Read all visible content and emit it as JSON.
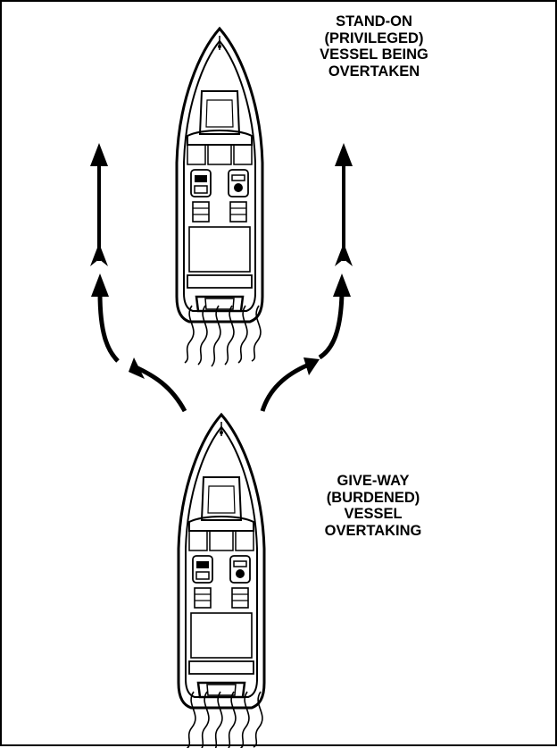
{
  "stand_on_label": {
    "lines": [
      "STAND-ON",
      "(PRIVILEGED)",
      "VESSEL BEING",
      "OVERTAKEN"
    ]
  },
  "give_way_label": {
    "lines": [
      "GIVE-WAY",
      "(BURDENED)",
      "VESSEL",
      "OVERTAKING"
    ]
  },
  "colors": {
    "ink": "#000000",
    "background": "#ffffff"
  }
}
